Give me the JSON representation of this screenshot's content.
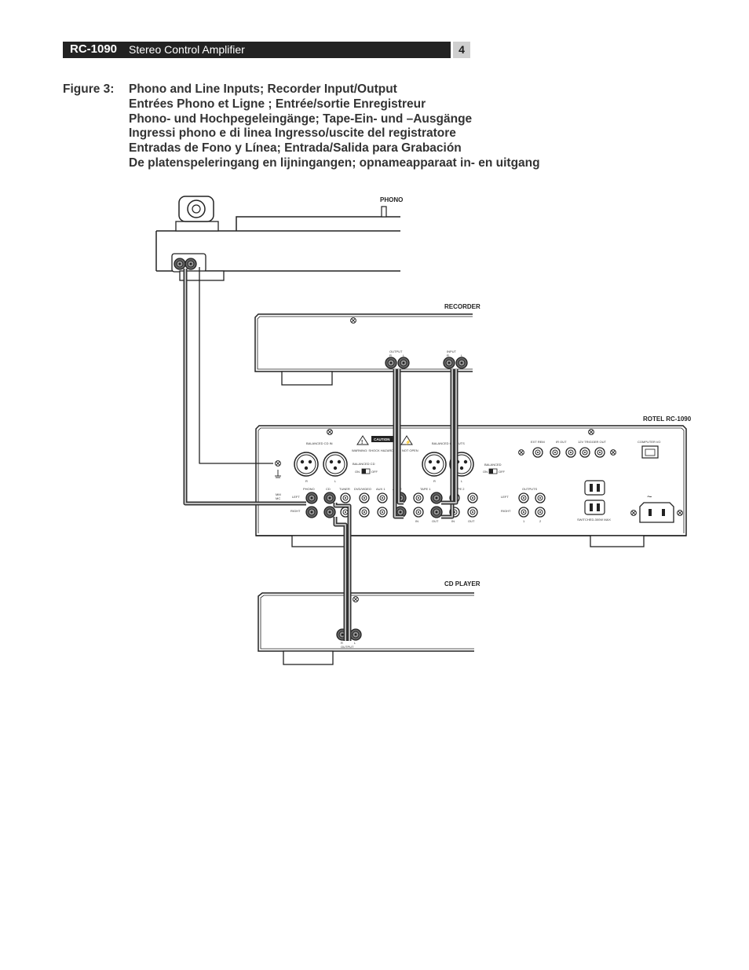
{
  "header": {
    "model": "RC-1090",
    "description": "Stereo Control Amplifier",
    "page_number": "4"
  },
  "figure": {
    "label": "Figure 3:",
    "titles": [
      "Phono and Line Inputs; Recorder Input/Output",
      "Entrées Phono et Ligne ; Entrée/sortie Enregistreur",
      "Phono- und Hochpegeleingänge; Tape-Ein- und –Ausgänge",
      "Ingressi phono e di linea Ingresso/uscite del registratore",
      "Entradas de Fono y Línea; Entrada/Salida para Grabación",
      "De platenspeleringang en lijningangen; opnameapparaat in- en uitgang"
    ]
  },
  "diagram": {
    "devices": {
      "phono": "PHONO",
      "recorder": "RECORDER",
      "amplifier": "ROTEL RC-1090",
      "cd_player": "CD PLAYER"
    },
    "recorder_panel": {
      "output": "OUTPUT",
      "input": "INPUT",
      "r": "R",
      "l": "L"
    },
    "amp_panel": {
      "balanced_cd_in": "BALANCED CD IN",
      "balanced_outputs": "BALANCED OUTPUTS",
      "balanced_cd": "BALANCED CD",
      "balanced": "BALANCED",
      "on": "ON",
      "off": "OFF",
      "caution": "CAUTION",
      "warning": "WARNING: SHOCK HAZARD - DO NOT OPEN",
      "phono": "PHONO",
      "cd": "CD",
      "tuner": "TUNER",
      "dvd_video": "DVD/VIDEO",
      "aux1": "AUX 1",
      "aux2": "AUX 2",
      "tape1": "TAPE 1",
      "tape2": "TAPE 2",
      "in": "IN",
      "out": "OUT",
      "left": "LEFT",
      "right": "RIGHT",
      "outputs": "OUTPUTS",
      "ext_rem": "EXT REM",
      "ir_out": "IR OUT",
      "trigger_out": "12V TRIGGER OUT",
      "computer_io": "COMPUTER I/O",
      "switched": "SWITCHED-300W MAX",
      "mm": "MM",
      "mc": "MC"
    },
    "cd_panel": {
      "output": "OUTPUT",
      "r": "R",
      "l": "L"
    }
  }
}
